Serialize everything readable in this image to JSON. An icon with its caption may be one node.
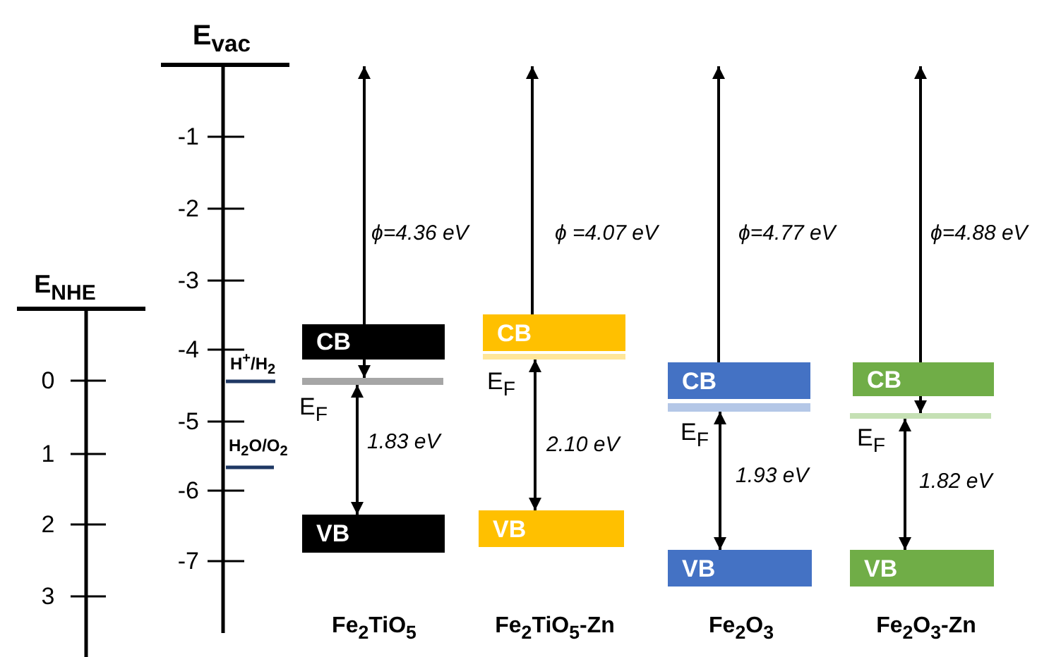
{
  "diagram": {
    "nodes": [
      {
        "text": [
          "CB"
        ]
      },
      {
        "text": [],
        "shape": "bar",
        "beside": [
          "E$_{F}$"
        ]
      },
      {
        "text": [
          "VB"
        ]
      },
      {
        "text": [
          "CB"
        ]
      },
      {
        "text": [],
        "shape": "bar",
        "beside": [
          "E$_{F}$"
        ]
      },
      {
        "text": [
          "VB"
        ]
      },
      {
        "text": [
          "CB"
        ]
      },
      {
        "text": [],
        "shape": "bar",
        "beside": [
          "E$_{F}$"
        ]
      },
      {
        "text": [
          "VB"
        ]
      },
      {
        "text": [
          "CB"
        ]
      },
      {
        "text": [],
        "shape": "bar",
        "beside": [
          "E$_{F}$"
        ]
      },
      {
        "text": [
          "VB"
        ]
      }
    ],
    "edges": [
      {
        "from": null,
        "to": 1,
        "arrow": "both",
        "label": "ϕ=4.36 eV"
      },
      {
        "from": 1,
        "to": 2,
        "arrow": "both",
        "label": "1.83 eV"
      },
      {
        "from": 3,
        "to": null,
        "arrow": "to",
        "label": "ϕ =4.07 eV"
      },
      {
        "from": 4,
        "to": 5,
        "arrow": "both",
        "label": "2.10 eV"
      },
      {
        "from": 6,
        "to": null,
        "arrow": "to",
        "label": "ϕ=4.77 eV"
      },
      {
        "from": 7,
        "to": 8,
        "arrow": "both",
        "label": "1.93 eV"
      },
      {
        "from": null,
        "to": 10,
        "arrow": "both",
        "label": "ϕ=4.88 eV"
      },
      {
        "from": 10,
        "to": 11,
        "arrow": "both",
        "label": "1.82 eV"
      }
    ],
    "labels": [
      "E$_{vac}$",
      "-1",
      "-2",
      "-3",
      "-4",
      "-5",
      "-6",
      "-7",
      "E$_{NHE}$",
      "0",
      "1",
      "2",
      "3",
      "H$^{+}$/H$_{2}$",
      "H$_{2}$O/O$_{2}$",
      "Fe$_{2}$TiO$_{5}$",
      "Fe$_{2}$TiO$_{5}$-Zn",
      "Fe$_{2}$O$_{3}$",
      "Fe$_{2}$O$_{3}$-Zn"
    ]
  }
}
